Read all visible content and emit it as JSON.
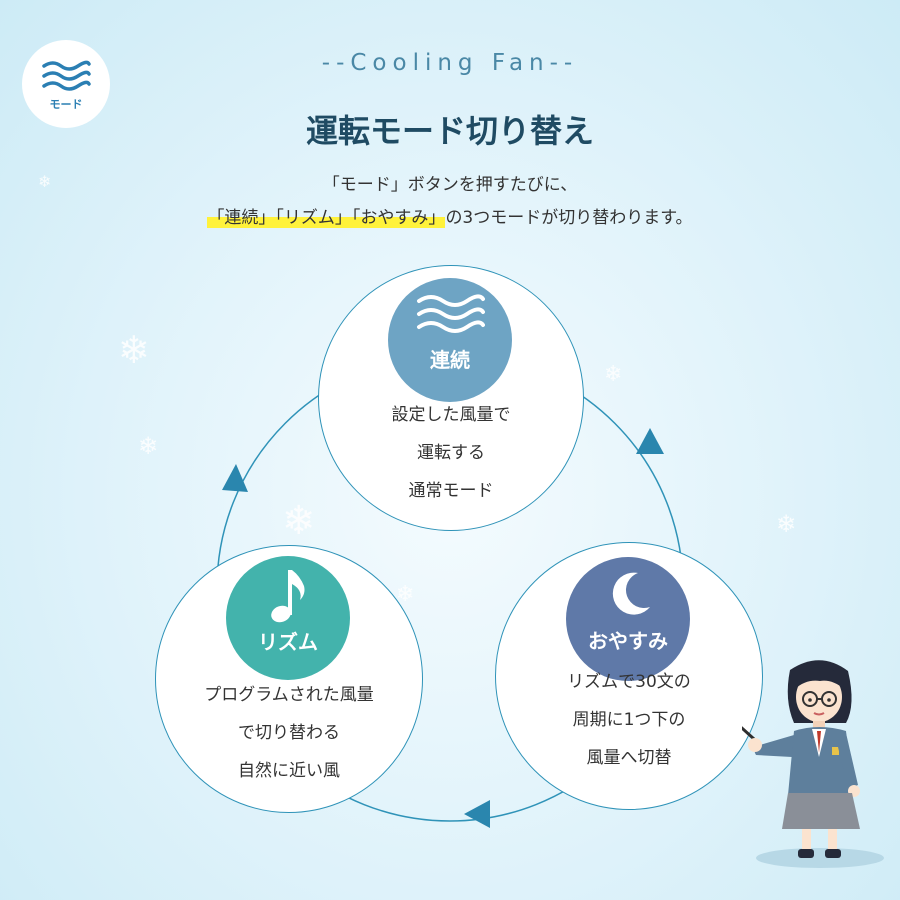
{
  "badge": {
    "icon": "waves-icon",
    "label": "モード"
  },
  "header": {
    "subtitle": "--Cooling Fan--",
    "title": "運転モード切り替え",
    "line1": "「モード」ボタンを押すたびに、",
    "line2_highlight": "「連続」「リズム」「おやすみ」",
    "line2_rest": "の3つモードが切り替わります。"
  },
  "modes": [
    {
      "key": "continuous",
      "icon": "waves-icon",
      "label": "連続",
      "color": "#6ea4c4",
      "desc": [
        "設定した風量で",
        "運転する",
        "通常モード"
      ]
    },
    {
      "key": "rhythm",
      "icon": "music-note-icon",
      "label": "リズム",
      "color": "#43b3ac",
      "desc": [
        "プログラムされた風量",
        "で切り替わる",
        "自然に近い風"
      ]
    },
    {
      "key": "sleep",
      "icon": "moon-icon",
      "label": "おやすみ",
      "color": "#5f79a8",
      "desc": [
        "リズムで30文の",
        "周期に1つ下の",
        "風量へ切替"
      ]
    }
  ],
  "colors": {
    "ring": "#2f93b8",
    "arrow": "#2a86ae",
    "highlight": "#fff23b",
    "title": "#1f4b63"
  }
}
